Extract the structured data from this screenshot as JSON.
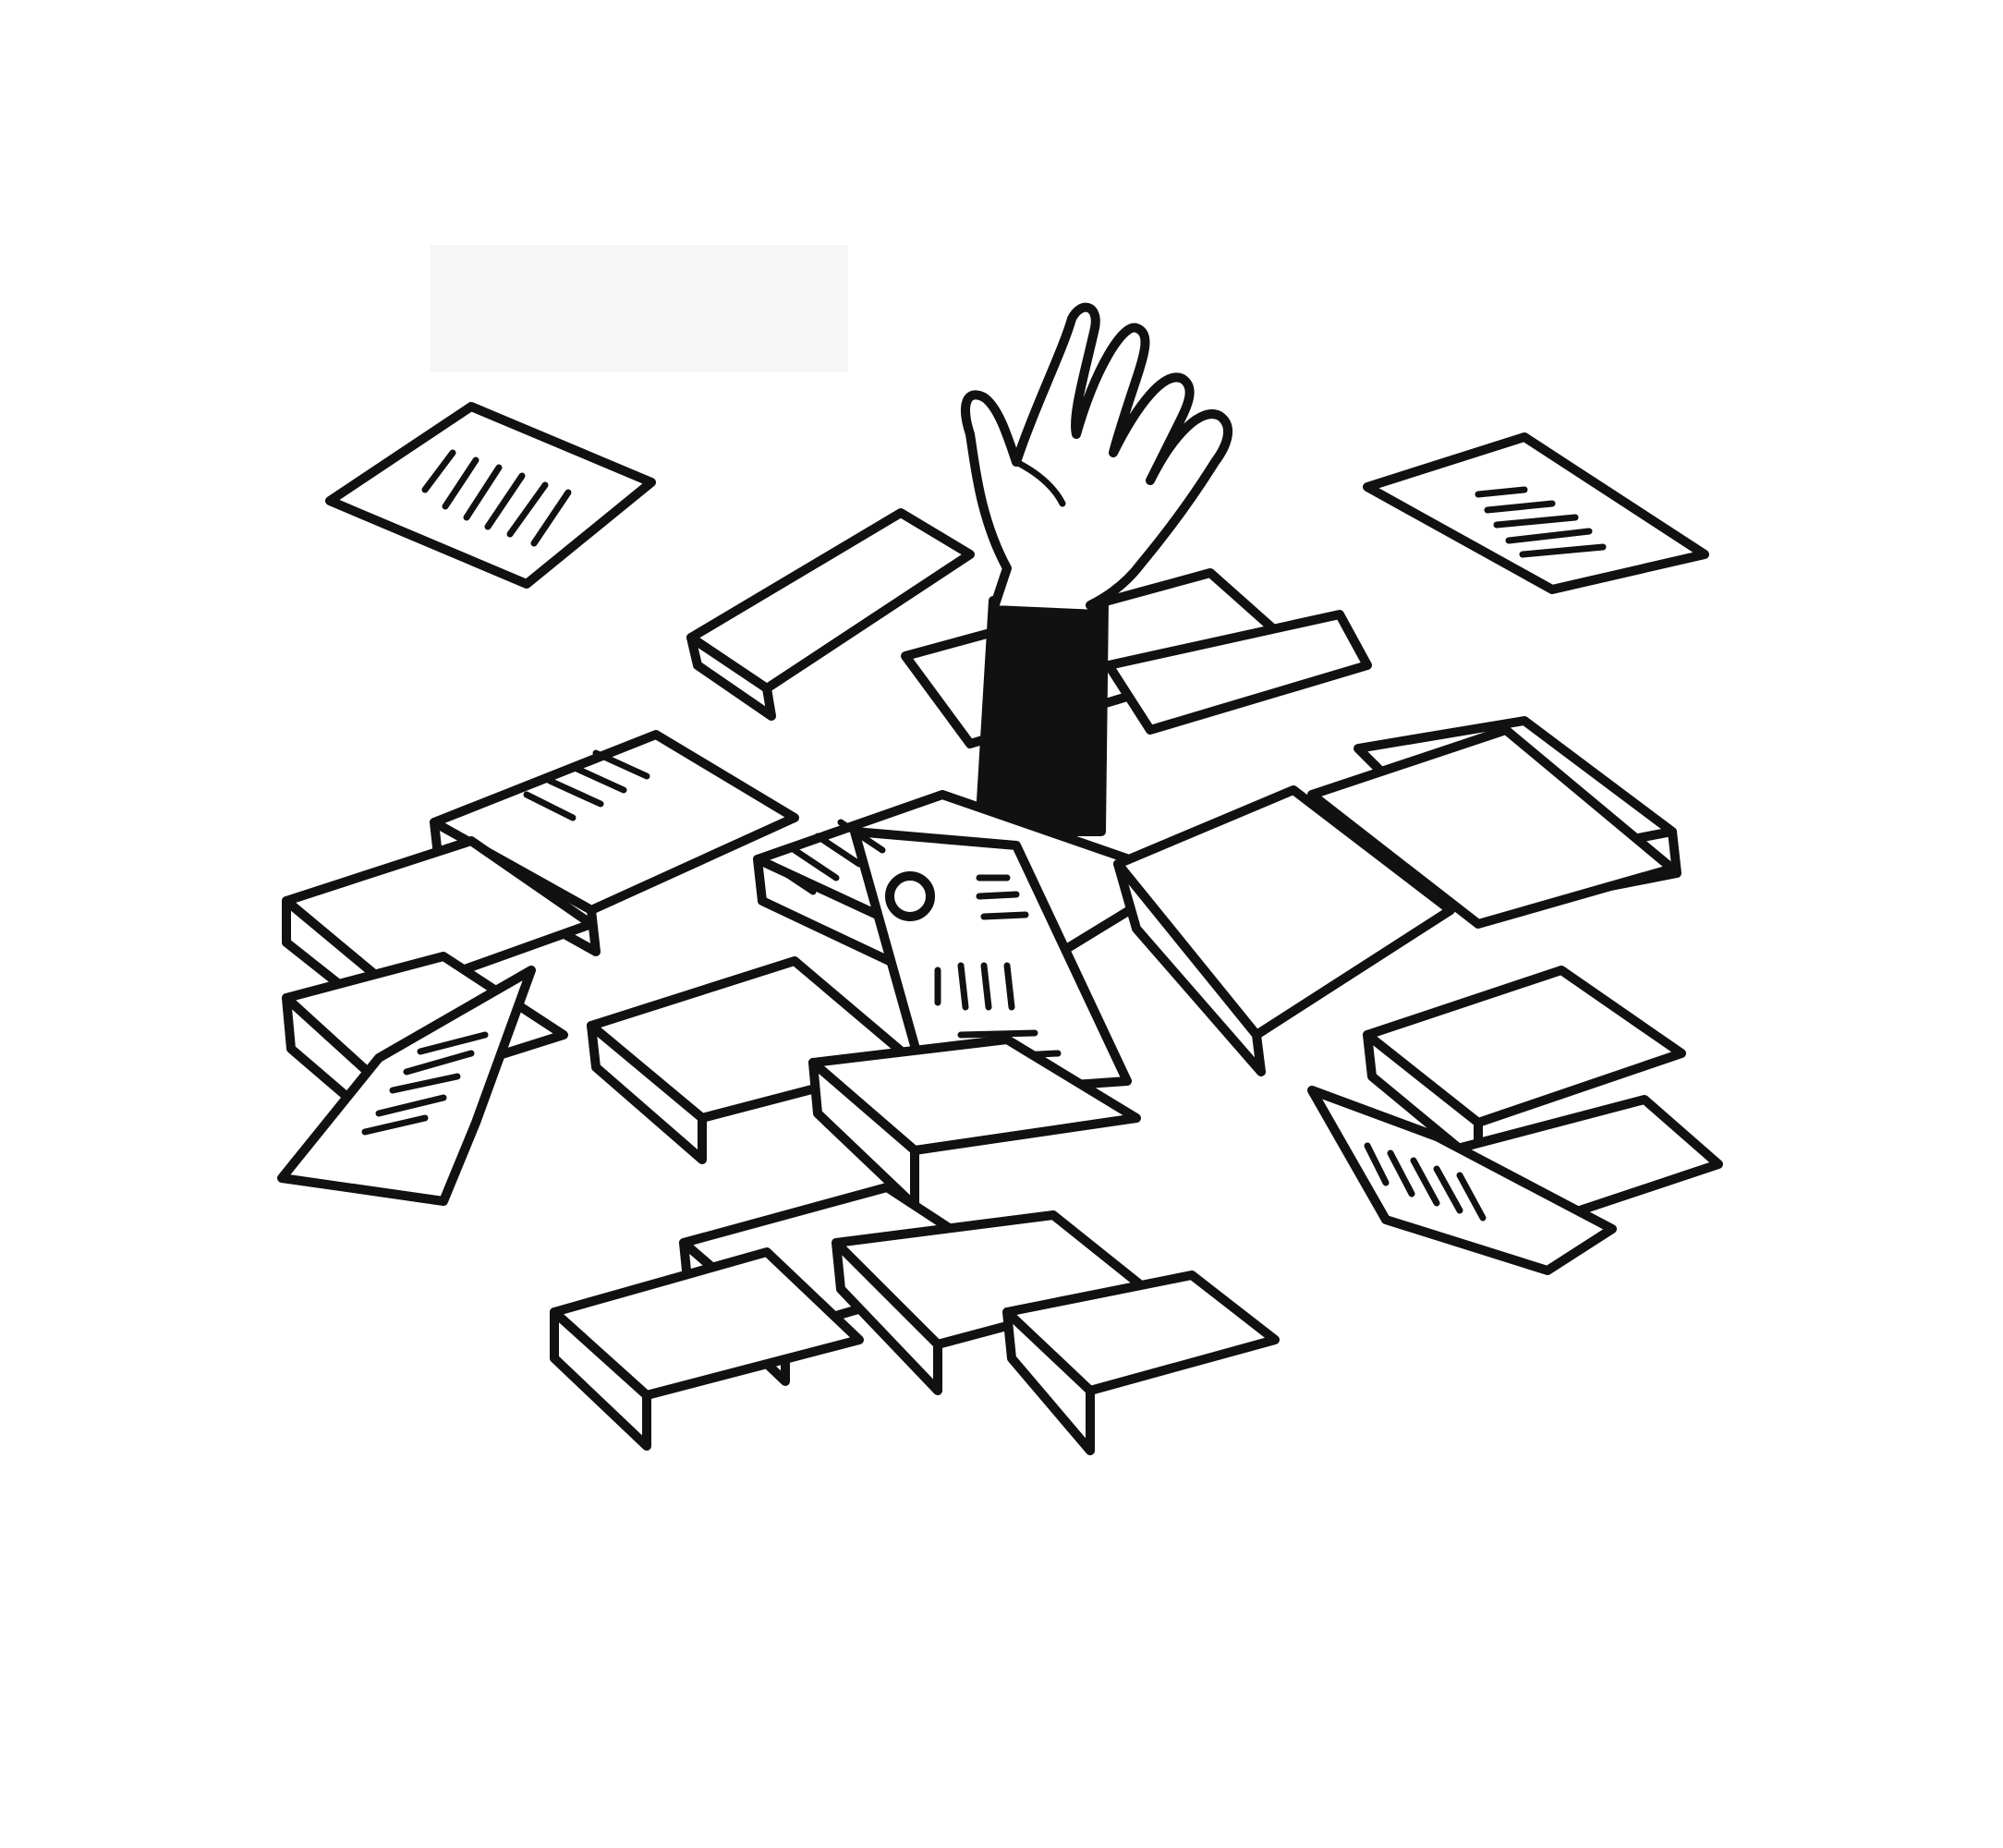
{
  "scene": {
    "background_color": "#ffffff",
    "ink_color": "#111111",
    "sleeve_color": "#111111",
    "blank_patch_color": "#f6f6f6"
  },
  "elements": {
    "hand": "raised-hand-icon",
    "sleeve": "dark-sleeve",
    "pile": "book-and-paper-pile",
    "loose_papers": [
      "flying-paper-left",
      "flying-paper-right",
      "front-left-paper",
      "front-right-paper",
      "resume-document"
    ]
  }
}
